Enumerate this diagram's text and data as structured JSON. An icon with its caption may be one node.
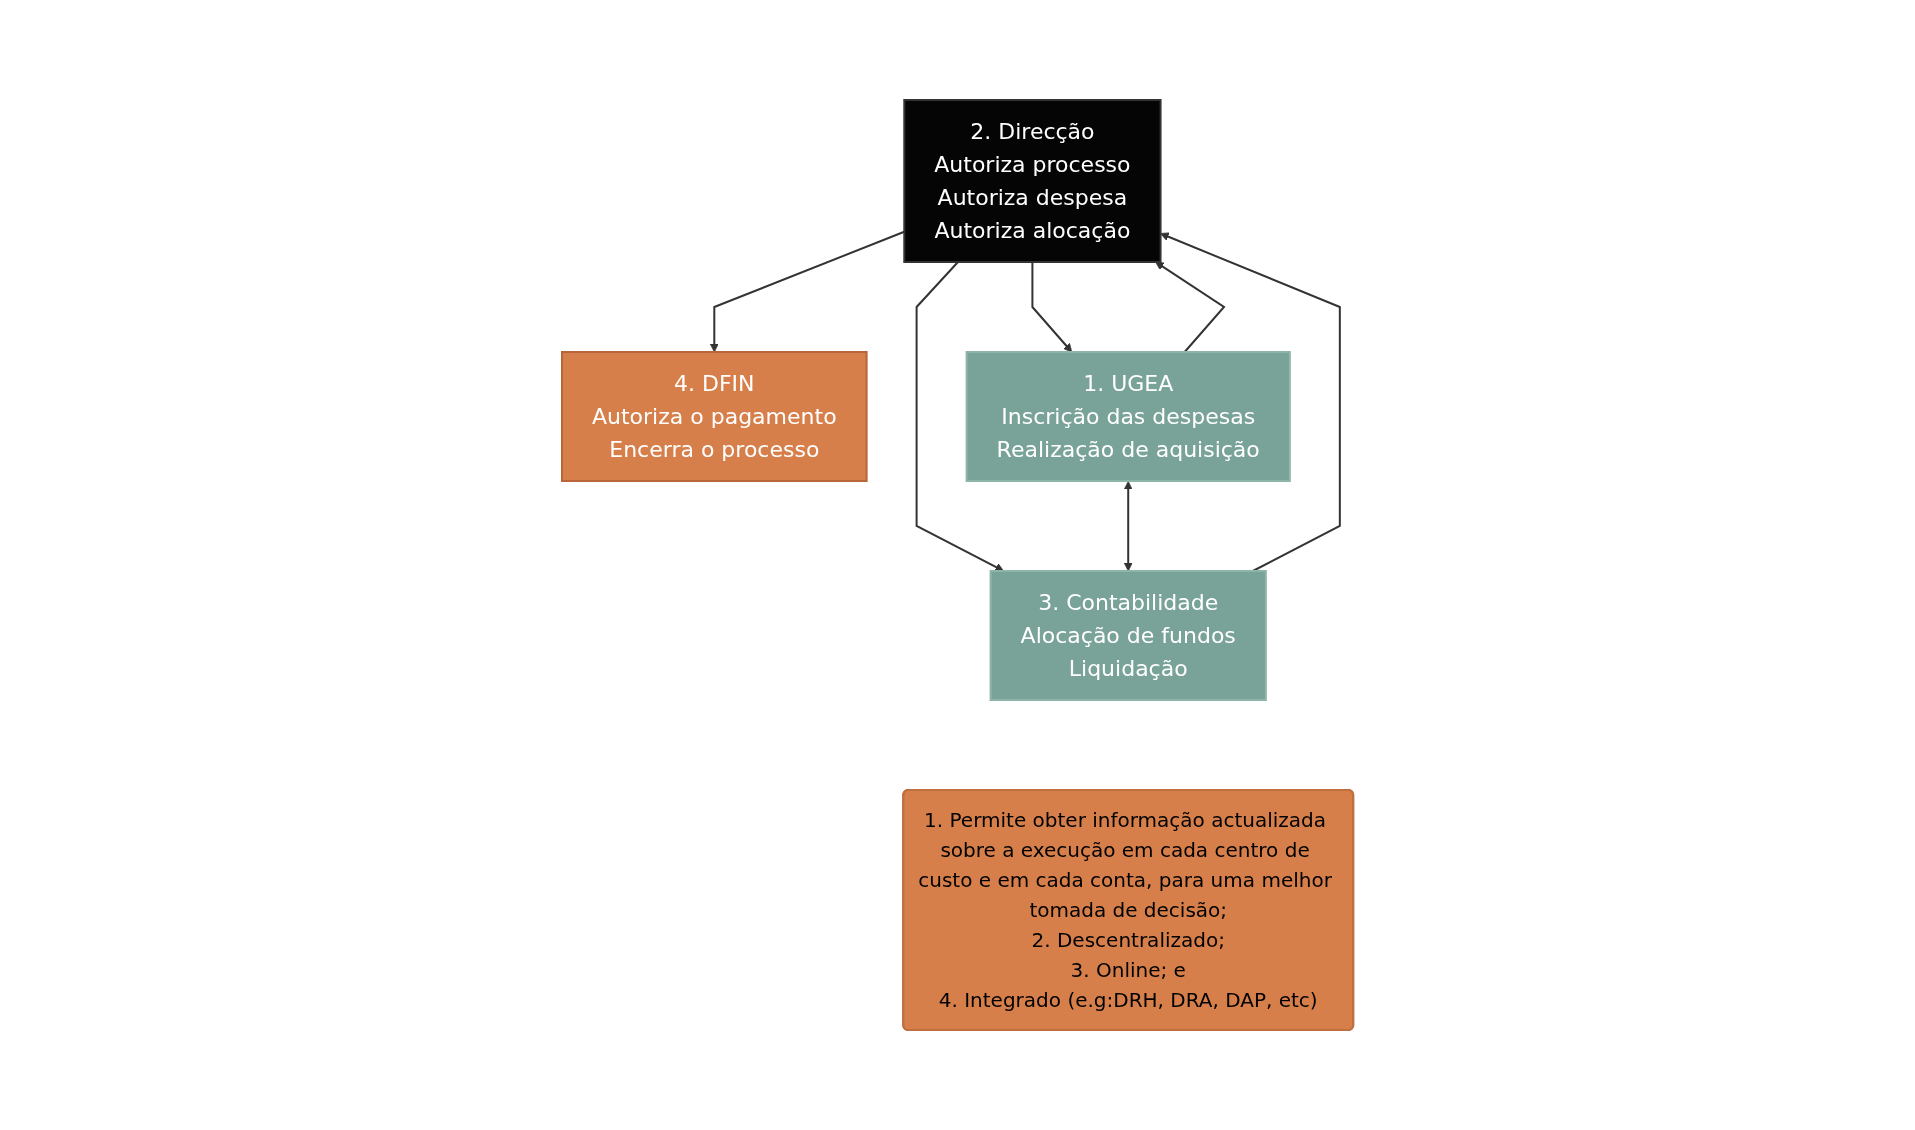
{
  "diagram": {
    "nodes": [
      {
        "text": [
          "4. DFIN",
          "Autoriza o pagamento",
          "Encerra o processo"
        ]
      },
      {
        "text": [
          "1. Permite obter informação actualizada sobre a execução em cada centro de custo e em cada conta, para uma melhor tomada de decisão;",
          "2. Descentralizado;",
          "3. Online; e",
          "4. Integrado (e.g:DRH, DRA, DAP, etc)"
        ]
      },
      {
        "text": [
          "2. Direcção",
          "Autoriza processo",
          "Autoriza despesa",
          "Autoriza alocação"
        ]
      },
      {
        "text": [
          "1. UGEA",
          "Inscrição das despesas",
          "Realização de aquisição"
        ]
      },
      {
        "text": [
          "3. Contabilidade",
          "Alocação de fundos",
          "Liquidação"
        ]
      }
    ],
    "edges": [
      {
        "from": 2,
        "to": 0,
        "arrow": "to"
      },
      {
        "from": 2,
        "to": 3,
        "arrow": "to"
      },
      {
        "from": 3,
        "to": 2,
        "arrow": "to"
      },
      {
        "from": 2,
        "to": 4,
        "arrow": "to"
      },
      {
        "from": 3,
        "to": 4,
        "arrow": "both"
      },
      {
        "from": 4,
        "to": 2,
        "arrow": "to"
      }
    ]
  }
}
